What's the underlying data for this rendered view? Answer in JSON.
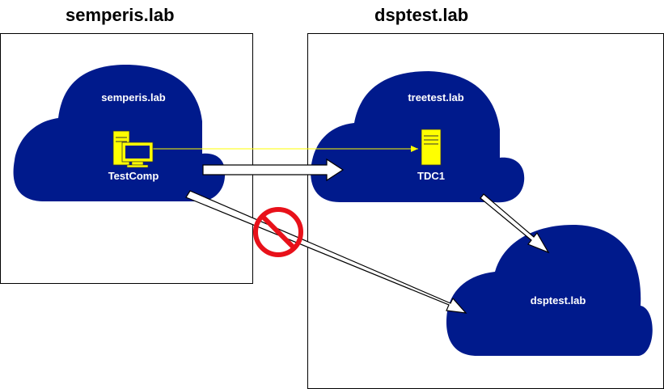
{
  "forests": [
    {
      "title": "semperis.lab"
    },
    {
      "title": "dsptest.lab"
    }
  ],
  "domains": {
    "left": {
      "label": "semperis.lab"
    },
    "tree": {
      "label": "treetest.lab"
    },
    "root": {
      "label": "dsptest.lab"
    }
  },
  "computers": {
    "client": {
      "label": "TestComp",
      "icon": "workstation-icon"
    },
    "dc": {
      "label": "TDC1",
      "icon": "server-icon"
    }
  },
  "colors": {
    "cloud": "#001a8c",
    "icon": "#ffff00",
    "trust_line": "#ffff00",
    "blocked": "#e8111a",
    "arrow_fill": "#ffffff",
    "arrow_stroke": "#000000"
  }
}
